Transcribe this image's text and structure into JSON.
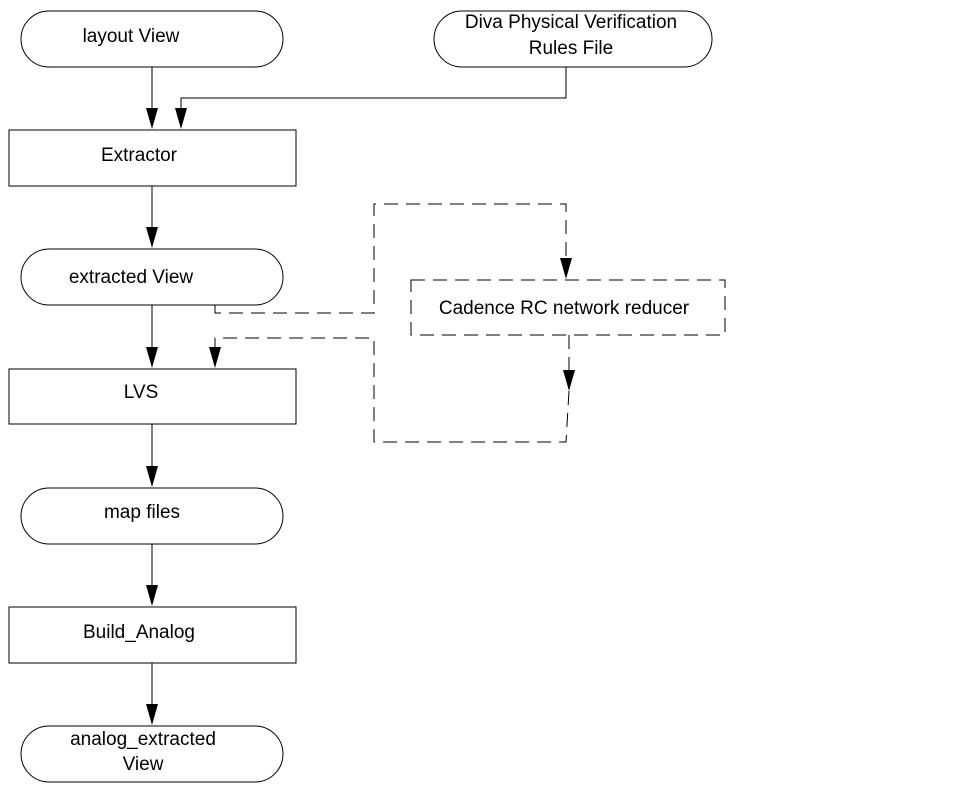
{
  "nodes": {
    "layout_view": {
      "label": "layout View"
    },
    "diva_rules": {
      "line1": "Diva Physical Verification",
      "line2": "Rules File"
    },
    "extractor": {
      "label": "Extractor"
    },
    "extracted_view": {
      "label": "extracted View"
    },
    "rc_reducer": {
      "label": "Cadence RC network reducer"
    },
    "lvs": {
      "label": "LVS"
    },
    "map_files": {
      "label": "map files"
    },
    "build_analog": {
      "label": "Build_Analog"
    },
    "analog_extracted_view": {
      "line1": "analog_extracted",
      "line2": "View"
    }
  }
}
